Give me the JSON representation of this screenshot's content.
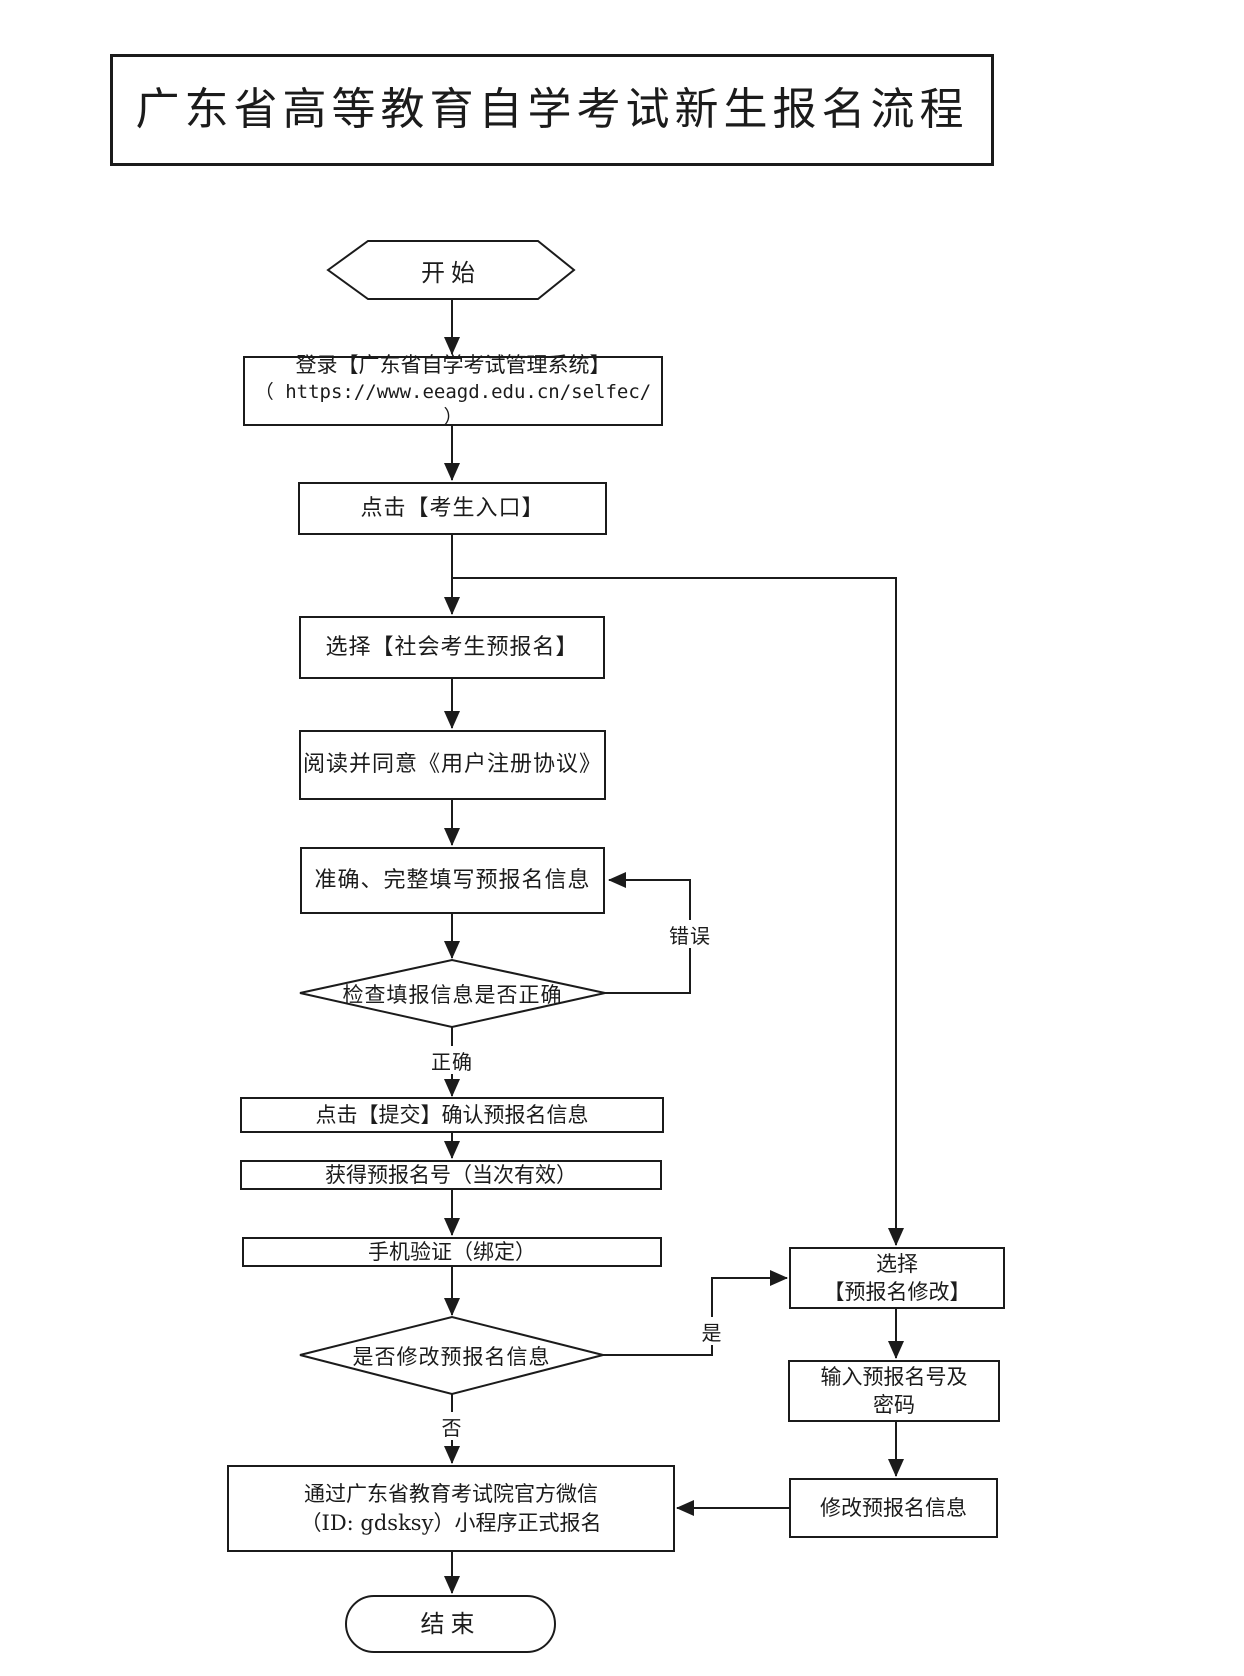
{
  "title": "广东省高等教育自学考试新生报名流程",
  "nodes": {
    "start": "开始",
    "login": {
      "line1": "登录【广东省自学考试管理系统】",
      "line2": "（ https://www.eeagd.edu.cn/selfec/ ）"
    },
    "candidate_entrance": "点击【考生入口】",
    "social_prereg": "选择【社会考生预报名】",
    "user_agreement": "阅读并同意《用户注册协议》",
    "fill_info": "准确、完整填写预报名信息",
    "check_info": "检查填报信息是否正确",
    "submit_confirm": "点击【提交】确认预报名信息",
    "get_prereg_number": "获得预报名号（当次有效）",
    "phone_verify": "手机验证（绑定）",
    "modify_question": "是否修改预报名信息",
    "wechat_register": {
      "line1": "通过广东省教育考试院官方微信",
      "line2": "（ID: gdsksy）小程序正式报名"
    },
    "select_modify": {
      "line1": "选择",
      "line2": "【预报名修改】"
    },
    "enter_credentials": {
      "line1": "输入预报名号及",
      "line2": "密码"
    },
    "modify_info": "修改预报名信息",
    "end": "结束"
  },
  "branch_labels": {
    "correct": "正确",
    "error": "错误",
    "yes": "是",
    "no": "否"
  },
  "colors": {
    "line": "#1b1b1b",
    "background": "#ffffff"
  }
}
